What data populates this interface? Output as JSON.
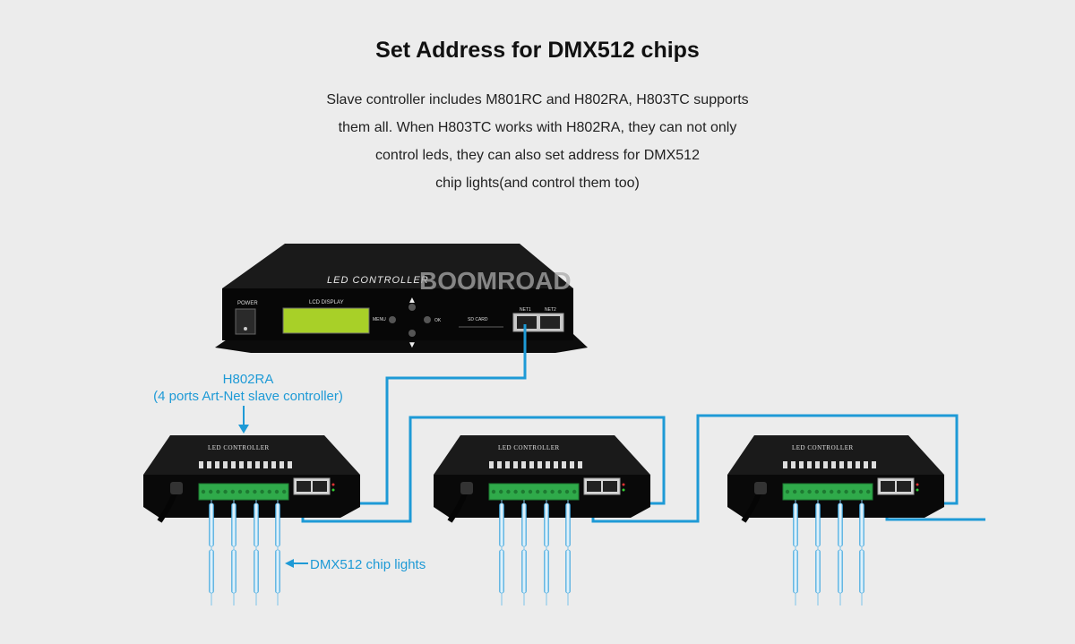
{
  "header": {
    "title": "Set Address for DMX512 chips",
    "description_lines": [
      "Slave controller includes M801RC and H802RA, H803TC supports",
      "them all. When H803TC works with H802RA, they can not only",
      "control leds, they can also set address for DMX512",
      "chip lights(and control them too)"
    ]
  },
  "master": {
    "top_label": "LED CONTROLLER",
    "power_label": "POWER",
    "lcd_label": "LCD DISPLAY",
    "menu_label": "MENU",
    "ok_label": "OK",
    "sd_label": "SD CARD",
    "net1_label": "NET1",
    "net2_label": "NET2",
    "watermark": "BOOMROAD"
  },
  "slave": {
    "top_label": "LED CONTROLLER"
  },
  "annotations": {
    "slave_name": "H802RA",
    "slave_desc": "(4 ports Art-Net slave controller)",
    "lights_label": "DMX512 chip lights"
  },
  "colors": {
    "background": "#ececec",
    "cable": "#1e9ad6",
    "device": "#111111",
    "terminal": "#2faa4a"
  }
}
